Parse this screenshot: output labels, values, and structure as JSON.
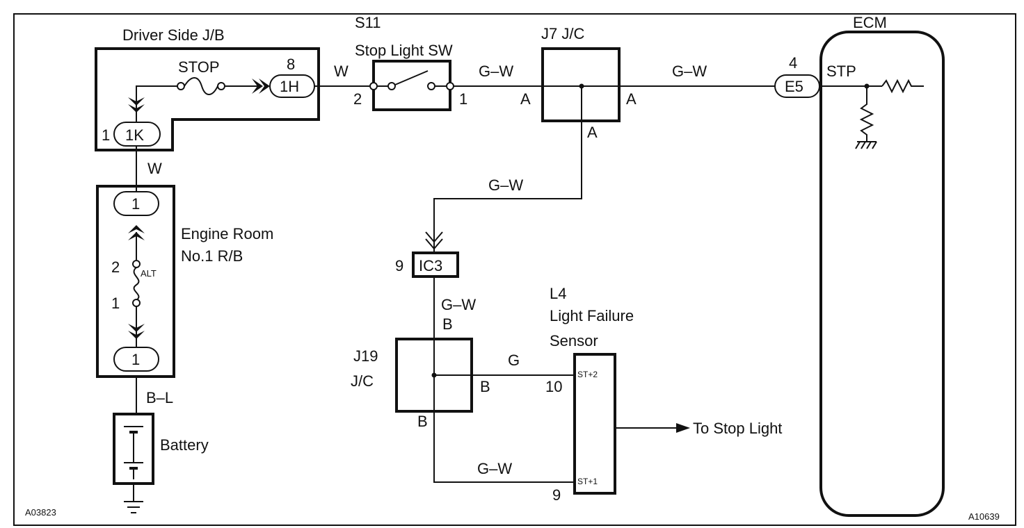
{
  "ids": {
    "left": "A03823",
    "right": "A10639"
  },
  "driver_jb": {
    "title": "Driver Side J/B",
    "fuse": "STOP",
    "pin_8": "8",
    "conn_1h": "1H",
    "conn_1k": "1K",
    "pin_1": "1"
  },
  "switch": {
    "code": "S11",
    "name": "Stop Light SW",
    "pin_2": "2",
    "pin_1": "1"
  },
  "j7": {
    "name": "J7 J/C",
    "a_left": "A",
    "a_right": "A",
    "a_bottom": "A"
  },
  "ecm": {
    "name": "ECM",
    "pin": "4",
    "conn": "E5",
    "terminal": "STP"
  },
  "engine_rb": {
    "line1": "Engine Room",
    "line2": "No.1 R/B",
    "conn_top": "1",
    "conn_bottom": "1",
    "fuse": "ALT",
    "pin_2": "2",
    "pin_1": "1"
  },
  "battery": {
    "name": "Battery"
  },
  "ic3": {
    "name": "IC3",
    "pin": "9"
  },
  "j19": {
    "line1": "J19",
    "line2": "J/C",
    "b_top": "B",
    "b_right": "B",
    "b_bottom": "B"
  },
  "sensor": {
    "code": "L4",
    "line1": "Light Failure",
    "line2": "Sensor",
    "st2": "ST+2",
    "st1": "ST+1",
    "pin_10": "10",
    "pin_9": "9"
  },
  "arrow_label": "To Stop Light",
  "wires": {
    "w1": "W",
    "gw1": "G–W",
    "gw2": "G–W",
    "w2": "W",
    "gw3": "G–W",
    "gw4": "G–W",
    "g": "G",
    "gw5": "G–W",
    "bl": "B–L"
  }
}
